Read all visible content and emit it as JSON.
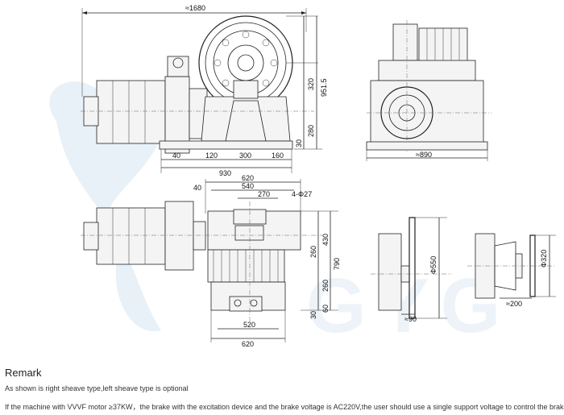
{
  "drawing": {
    "front_view": {
      "overall_length": "≈1680",
      "height_total": "951.5",
      "dim_320": "320",
      "dim_280": "280",
      "dim_30": "30",
      "bottom_dims": [
        "40",
        "120",
        "300",
        "160"
      ],
      "dim_930": "930"
    },
    "side_view": {
      "width": "≈890"
    },
    "plan_view": {
      "dim_620_top": "620",
      "dim_540": "540",
      "dim_40": "40",
      "dim_270": "270",
      "holes": "4-Φ27",
      "dim_430": "430",
      "dim_260_a": "260",
      "dim_790": "790",
      "dim_260_b": "260",
      "dim_60": "60",
      "dim_30": "30",
      "dim_520": "520",
      "dim_620_bottom": "620"
    },
    "sheave_detail_left": {
      "diameter": "Φ550",
      "dim_90": "≈90"
    },
    "sheave_detail_right": {
      "diameter": "Φ320",
      "dim_200": "≈200"
    },
    "watermark": "GYG"
  },
  "remark": {
    "title": "Remark",
    "line1": "As shown is right sheave type,left sheave type is optional",
    "line2": "If the machine with VVVF motor ≥37KW，the brake with the excitation device and the brake voltage is AC220V,the user should use a single support voltage to control the brake"
  }
}
